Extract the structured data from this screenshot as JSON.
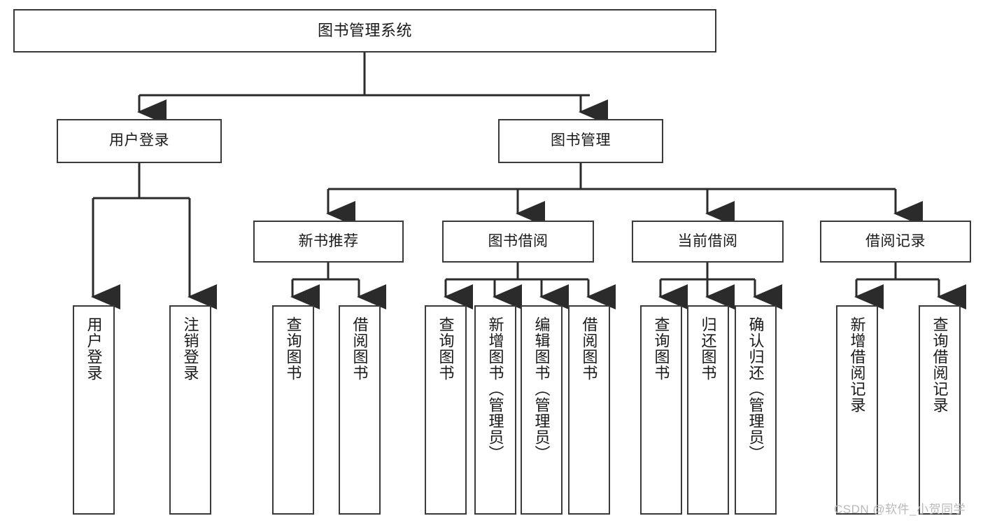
{
  "diagram": {
    "type": "hierarchy-tree",
    "title": "图书管理系统",
    "orientation": "top-down",
    "colors": {
      "box_border": "#3a3a3a",
      "box_fill": "#ffffff",
      "connector": "#2b2b2b",
      "text": "#1a1a1a",
      "watermark": "#b9b9b9"
    },
    "nodes": {
      "root": {
        "label": "图书管理系统"
      },
      "level2": [
        {
          "label": "用户登录"
        },
        {
          "label": "图书管理"
        }
      ],
      "level3": [
        {
          "label": "新书推荐"
        },
        {
          "label": "图书借阅"
        },
        {
          "label": "当前借阅"
        },
        {
          "label": "借阅记录"
        }
      ],
      "leaves": {
        "user_login": [
          {
            "label": "用户登录"
          },
          {
            "label": "注销登录"
          }
        ],
        "new_book_recommend": [
          {
            "label": "查询图书"
          },
          {
            "label": "借阅图书"
          }
        ],
        "book_borrow": [
          {
            "label": "查询图书"
          },
          {
            "label": "新增图书（管理员）"
          },
          {
            "label": "编辑图书（管理员）"
          },
          {
            "label": "借阅图书"
          }
        ],
        "current_borrow": [
          {
            "label": "查询图书"
          },
          {
            "label": "归还图书"
          },
          {
            "label": "确认归还（管理员）"
          }
        ],
        "borrow_record": [
          {
            "label": "新增借阅记录"
          },
          {
            "label": "查询借阅记录"
          }
        ]
      }
    },
    "watermark": "CSDN @软件_小贺同学"
  }
}
